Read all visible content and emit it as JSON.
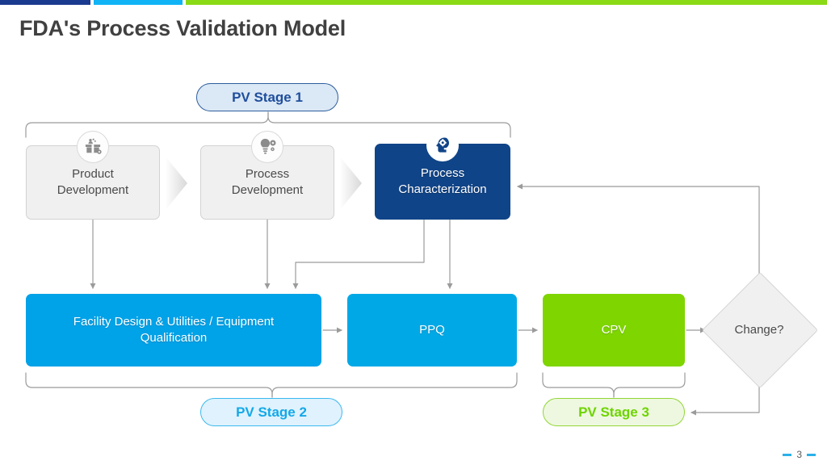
{
  "slide": {
    "title": "FDA's Process Validation Model",
    "page_number": "3",
    "accent_bars": [
      {
        "name": "navy",
        "color": "#1a3a8f"
      },
      {
        "name": "cyan",
        "color": "#10b3f5"
      },
      {
        "name": "green",
        "color": "#8ada16"
      }
    ]
  },
  "stage_pills": {
    "stage1": {
      "label": "PV Stage 1",
      "fill": "#dbe8f5",
      "border": "#2f5f9e",
      "text": "#1f4e9c"
    },
    "stage2": {
      "label": "PV Stage 2",
      "fill": "#dff2fd",
      "border": "#3cb9ef",
      "text": "#14a8e8"
    },
    "stage3": {
      "label": "PV Stage 3",
      "fill": "#eef8e0",
      "border": "#92d637",
      "text": "#6dd400"
    }
  },
  "top_row": [
    {
      "id": "product-development",
      "label": "Product Development",
      "line1": "Product",
      "line2": "Development",
      "icon": "package-gear-icon",
      "fill": "#f0f0f0",
      "text": "#4a4a4a"
    },
    {
      "id": "process-development",
      "label": "Process Development",
      "line1": "Process",
      "line2": "Development",
      "icon": "lightbulb-gear-icon",
      "fill": "#f0f0f0",
      "text": "#4a4a4a"
    },
    {
      "id": "process-characterization",
      "label": "Process Characterization",
      "line1": "Process",
      "line2": "Characterization",
      "icon": "head-gear-icon",
      "fill": "#104488",
      "text": "#ffffff"
    }
  ],
  "bottom_row": [
    {
      "id": "facility-qualification",
      "line1": "Facility Design & Utilities / Equipment",
      "line2": "Qualification",
      "fill": "#00a2e8"
    },
    {
      "id": "ppq",
      "line1": "PPQ",
      "line2": "",
      "fill": "#00a9e6"
    },
    {
      "id": "cpv",
      "line1": "CPV",
      "line2": "",
      "fill": "#7ed500"
    }
  ],
  "decision": {
    "label": "Change?",
    "fill": "#f0f0f0",
    "border": "#d5d5d5"
  },
  "connector_color": "#9b9b9b"
}
